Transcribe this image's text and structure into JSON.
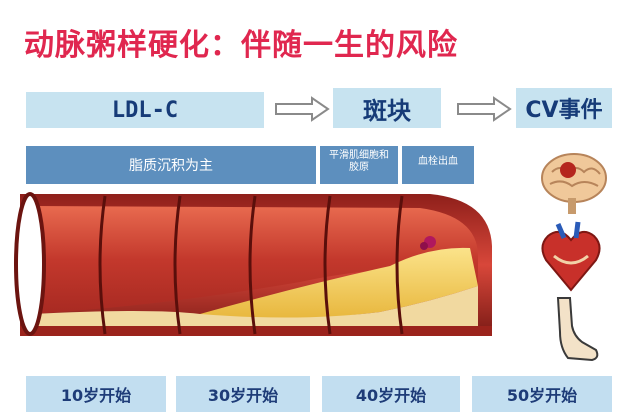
{
  "title": "动脉粥样硬化：伴随一生的风险",
  "flow": {
    "step1": "LDL-C",
    "step2": "斑块",
    "step3": "CV事件"
  },
  "stages": {
    "lipid": "脂质沉积为主",
    "smooth_muscle": "平滑肌细胞和胶原",
    "thrombus": "血栓出血"
  },
  "ages": [
    "10岁开始",
    "30岁开始",
    "40岁开始",
    "50岁开始"
  ],
  "icons": [
    "brain-icon",
    "heart-icon",
    "leg-icon"
  ],
  "colors": {
    "title": "#e0274f",
    "flow_box": "#c7e3f0",
    "stage_bar": "#5d8fbe",
    "age_box": "#c2def0",
    "artery": "#c2302a",
    "plaque": "#f2c94c"
  }
}
